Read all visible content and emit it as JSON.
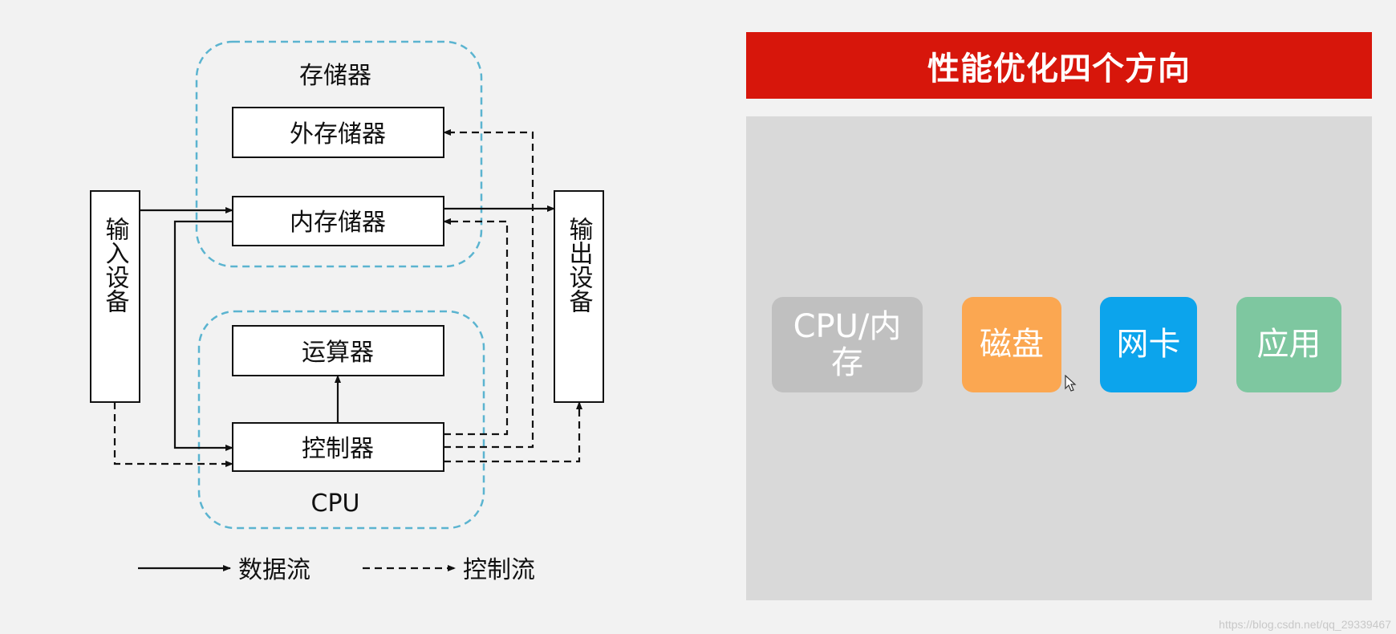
{
  "diagram": {
    "storage_group_label": "存储器",
    "cpu_group_label": "CPU",
    "external_storage": "外存储器",
    "internal_memory": "内存储器",
    "alu": "运算器",
    "controller": "控制器",
    "input_device": "输入设备",
    "output_device": "输出设备",
    "legend": {
      "data_flow": "数据流",
      "control_flow": "控制流"
    },
    "colors": {
      "group_border": "#5bb4d0",
      "line": "#111111"
    }
  },
  "banner": {
    "title": "性能优化四个方向",
    "color": "#d7160b"
  },
  "tiles": [
    {
      "label": "CPU/内存",
      "color": "#c0c0c0"
    },
    {
      "label": "磁盘",
      "color": "#fba751"
    },
    {
      "label": "网卡",
      "color": "#0ca4ec"
    },
    {
      "label": "应用",
      "color": "#7ec7a0"
    }
  ],
  "watermark": "https://blog.csdn.net/qq_29339467"
}
